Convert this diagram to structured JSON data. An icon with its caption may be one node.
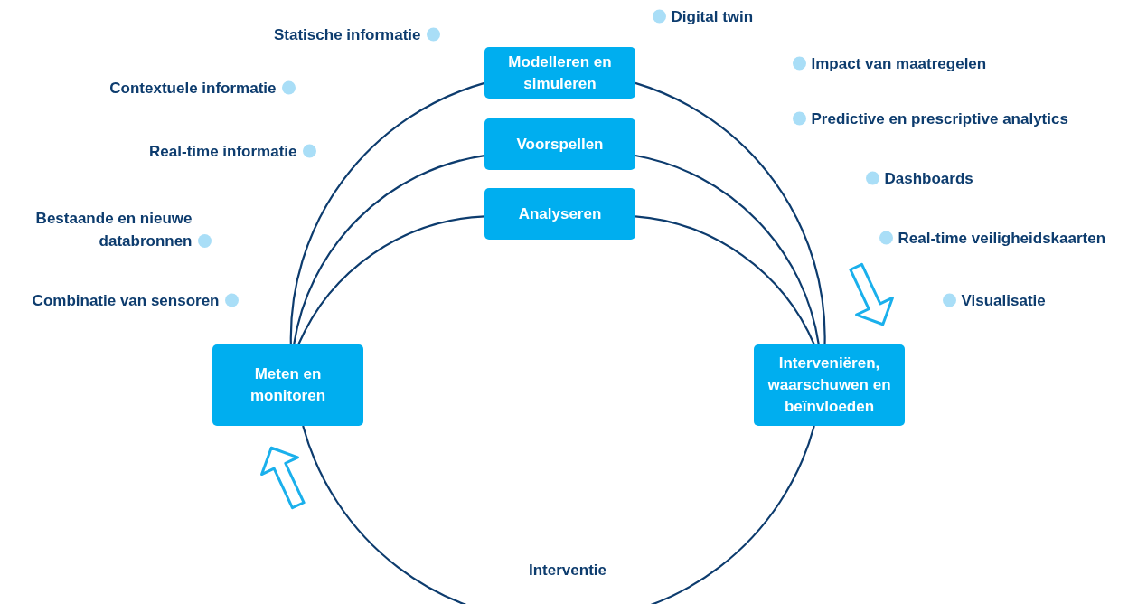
{
  "diagram": {
    "nodes": [
      {
        "text": [
          "Meten en monitoren"
        ]
      },
      {
        "text": [
          "Modelleren en simuleren"
        ]
      },
      {
        "text": [
          "Voorspellen"
        ]
      },
      {
        "text": [
          "Analyseren"
        ]
      },
      {
        "text": [
          "Interveniëren, waarschuwen en beïnvloeden"
        ]
      }
    ],
    "edges": [
      {
        "from": 0,
        "to": 1,
        "arrow": "none"
      },
      {
        "from": 0,
        "to": 2,
        "arrow": "none"
      },
      {
        "from": 0,
        "to": 3,
        "arrow": "none"
      },
      {
        "from": 1,
        "to": 4,
        "arrow": "none"
      },
      {
        "from": 2,
        "to": 4,
        "arrow": "none"
      },
      {
        "from": 3,
        "to": 4,
        "arrow": "none"
      },
      {
        "from": 0,
        "to": 4,
        "arrow": "none"
      }
    ],
    "labels": [
      "Digital twin",
      "Statische informatie",
      "Impact van maatregelen",
      "Contextuele informatie",
      "Predictive en prescriptive analytics",
      "Real-time informatie",
      "Dashboards",
      "Bestaande en nieuwe databronnen",
      "Real-time veiligheidskaarten",
      "Combinatie van sensoren",
      "Visualisatie",
      "Interventie"
    ]
  }
}
